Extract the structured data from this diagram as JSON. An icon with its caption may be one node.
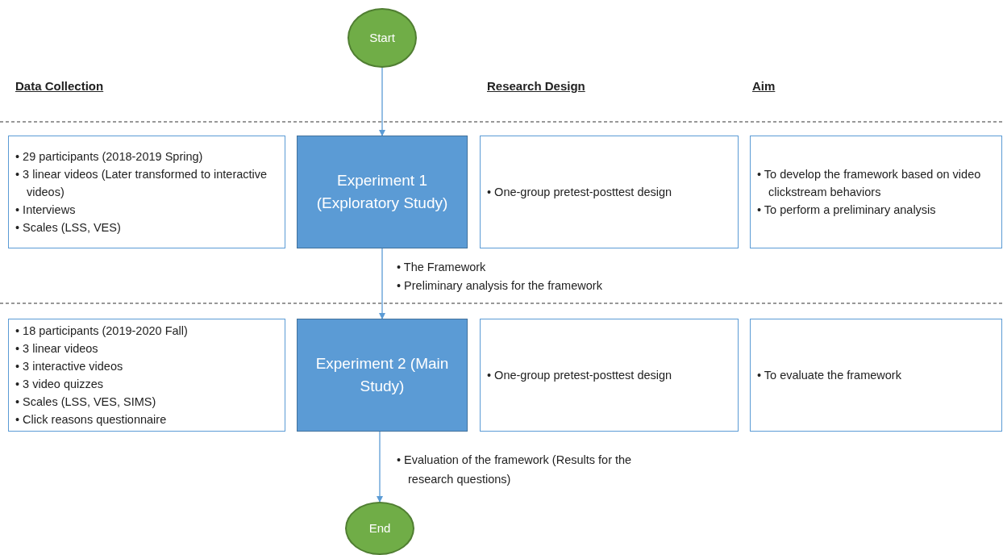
{
  "diagram": {
    "nodes": [
      {
        "text": [
          "Start"
        ]
      },
      {
        "text": [
          "• 29 participants (2018-2019 Spring)",
          "• 3 linear videos (Later transformed to interactive videos)",
          "• Interviews",
          "• Scales (LSS, VES)"
        ]
      },
      {
        "text": [
          "Experiment 1 (Exploratory Study)"
        ]
      },
      {
        "text": [
          "• One-group pretest-posttest design"
        ]
      },
      {
        "text": [
          "• To develop the framework based on video clickstream behaviors",
          "• To perform a preliminary analysis"
        ]
      },
      {
        "text": [
          "• 18 participants (2019-2020 Fall)",
          "• 3 linear videos",
          "• 3 interactive videos",
          "• 3 video quizzes",
          "• Scales (LSS, VES, SIMS)",
          "• Click reasons questionnaire"
        ]
      },
      {
        "text": [
          "Experiment 2 (Main Study)"
        ]
      },
      {
        "text": [
          "• One-group pretest-posttest design"
        ]
      },
      {
        "text": [
          "• To evaluate the framework"
        ]
      },
      {
        "text": [
          "End"
        ]
      }
    ],
    "edges": [
      {
        "from": 0,
        "to": 2,
        "arrow": "to"
      },
      {
        "from": 2,
        "to": 6,
        "arrow": "to"
      },
      {
        "from": 6,
        "to": 9,
        "arrow": "to"
      }
    ],
    "labels": [
      "Data Collection",
      "Research Design",
      "Aim",
      "• The Framework",
      "• Preliminary analysis for the framework",
      "• Evaluation of the framework (Results for the research questions)"
    ]
  }
}
